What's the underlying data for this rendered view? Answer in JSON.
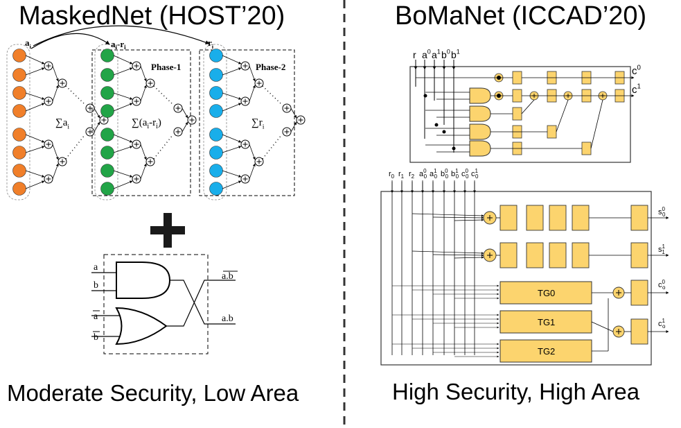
{
  "left": {
    "title": "MaskedNet (HOST’20)",
    "caption": "Moderate Security, Low Area",
    "labels": {
      "a_i": "a",
      "ai_minus_ri": "a",
      "r_i": "r",
      "phase1": "Phase-1",
      "phase2": "Phase-2",
      "sum_a": "∑a",
      "sum_diff": "∑(a",
      "sum_r": "∑r",
      "subscript_i": "i",
      "minus_r": "-r",
      "close_paren": ")"
    },
    "gate": {
      "in_a1": "a",
      "in_b1": "b",
      "in_a2": "a",
      "in_b2": "b",
      "out_top": "a.b",
      "out_bottom": "a.b"
    },
    "colors": {
      "orange": "#f07f2a",
      "green": "#22a447",
      "blue": "#19aeea"
    }
  },
  "right": {
    "title": "BoMaNet (ICCAD’20)",
    "caption": "High Security, High Area",
    "top_inputs": [
      "r",
      "a",
      "a",
      "b",
      "b"
    ],
    "top_input_sups": [
      "",
      "0",
      "1",
      "0",
      "1"
    ],
    "top_outputs": [
      "c",
      "c"
    ],
    "top_output_sups": [
      "0",
      "1"
    ],
    "bottom_inputs": [
      "r",
      "r",
      "r",
      "a",
      "a",
      "b",
      "b",
      "c",
      "c"
    ],
    "bottom_input_subs": [
      "0",
      "1",
      "2",
      "0",
      "0",
      "0",
      "0",
      "0",
      "0"
    ],
    "bottom_input_sups": [
      "",
      "",
      "",
      "0",
      "1",
      "0",
      "1",
      "0",
      "1"
    ],
    "tg_labels": [
      "TG0",
      "TG1",
      "TG2"
    ],
    "outputs": [
      "s",
      "s",
      "c",
      "c"
    ],
    "output_subs": [
      "0",
      "1",
      "o",
      "o"
    ],
    "output_sups": [
      "0",
      "1",
      "0",
      "1"
    ],
    "colors": {
      "block": "#fcd46e",
      "block_border": "#333333"
    }
  },
  "center_plus": "+"
}
